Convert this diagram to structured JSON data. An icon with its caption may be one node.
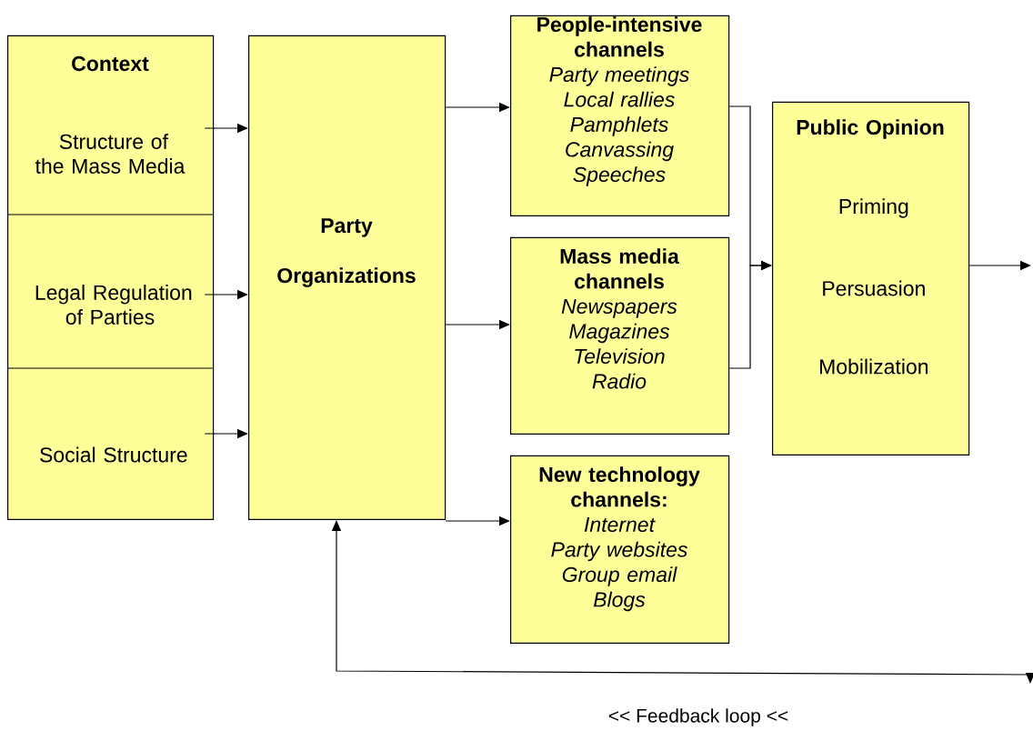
{
  "diagram": {
    "nodes": [
      {
        "text": [
          "Context"
        ]
      },
      {
        "text": [
          "Structure of the Mass Media"
        ],
        "in": 0
      },
      {
        "text": [
          "Legal Regulation of Parties"
        ],
        "in": 0
      },
      {
        "text": [
          "Social Structure"
        ],
        "in": 0
      },
      {
        "text": [
          "Party Organizations"
        ]
      },
      {
        "text": [
          "People-intensive channels",
          "Party meetings",
          "Local rallies",
          "Pamphlets",
          "Canvassing",
          "Speeches"
        ]
      },
      {
        "text": [
          "Mass media channels",
          "Newspapers",
          "Magazines",
          "Television",
          "Radio"
        ]
      },
      {
        "text": [
          "New technology channels:",
          "Internet",
          "Party websites",
          "Group email",
          "Blogs"
        ]
      },
      {
        "text": [
          "Public Opinion",
          "Priming",
          "Persuasion",
          "Mobilization"
        ]
      }
    ],
    "edges": [
      {
        "from": 1,
        "to": 4,
        "arrow": "to"
      },
      {
        "from": 2,
        "to": 4,
        "arrow": "to"
      },
      {
        "from": 3,
        "to": 4,
        "arrow": "to"
      },
      {
        "from": 4,
        "to": 5,
        "arrow": "to"
      },
      {
        "from": 4,
        "to": 6,
        "arrow": "to"
      },
      {
        "from": 4,
        "to": 7,
        "arrow": "to"
      },
      {
        "from": 5,
        "to": 8,
        "arrow": "to"
      },
      {
        "from": 6,
        "to": 8,
        "arrow": "to"
      },
      {
        "from": 8,
        "to": null,
        "arrow": "to"
      },
      {
        "from": null,
        "to": 4,
        "arrow": "both",
        "label": "<< Feedback loop <<"
      }
    ]
  }
}
